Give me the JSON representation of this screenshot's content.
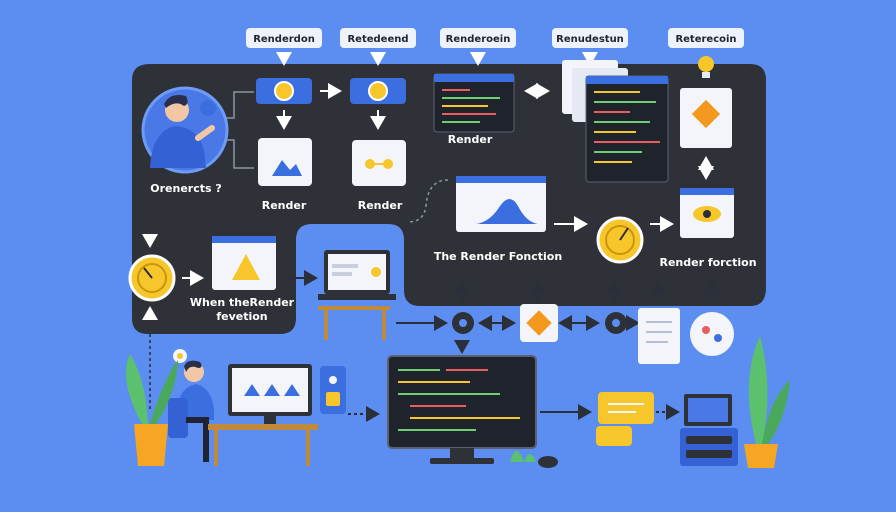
{
  "top_labels": [
    "Renderdon",
    "Retedeend",
    "Renderoein",
    "Renudestun",
    "Reterecoin"
  ],
  "panel_labels": {
    "avatar_caption": "Orenercts ?",
    "render_a": "Render",
    "render_b": "Render",
    "render_c": "Render",
    "render_function_main": "The Render Fonction",
    "render_function_right": "Render forction",
    "when_render_line1": "When theRender",
    "when_render_line2": "fevetion"
  },
  "colors": {
    "background": "#5b8ef0",
    "panel": "#2e3138",
    "accent_blue": "#3b6fe0",
    "accent_yellow": "#f6c62a",
    "accent_orange": "#f39a1e",
    "plant_green": "#5cc16e"
  },
  "icons": [
    "eye-icon",
    "gear-icon",
    "clock-icon",
    "lightbulb-icon",
    "mountain-image-icon",
    "triangle-icon",
    "diamond-icon",
    "chart-icon"
  ]
}
